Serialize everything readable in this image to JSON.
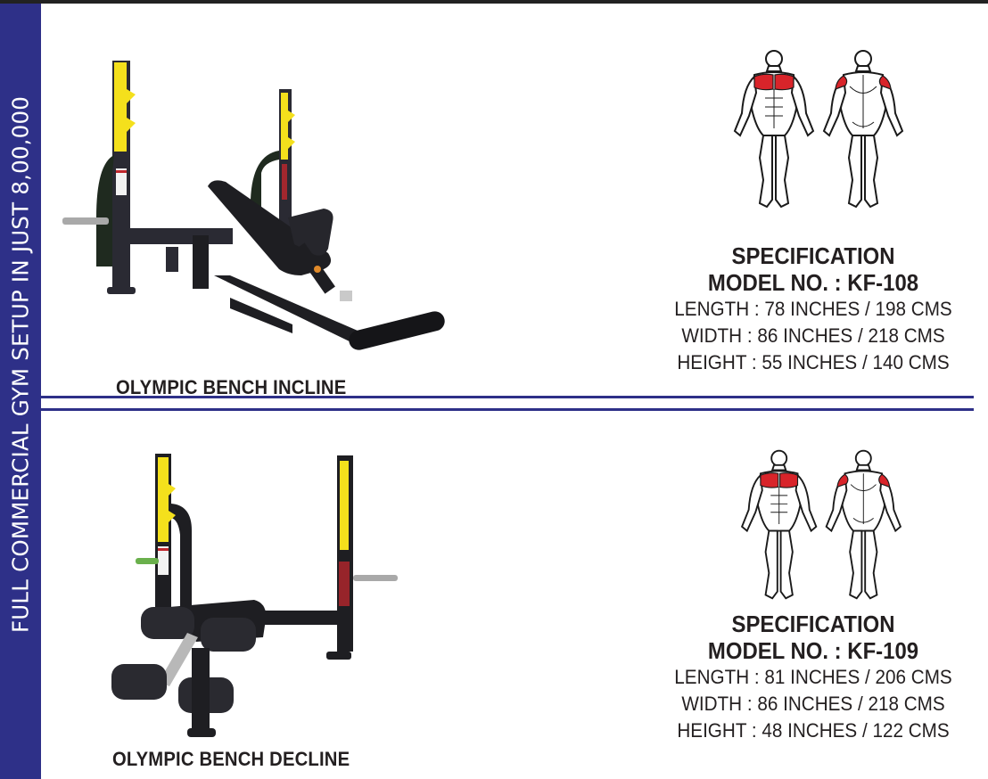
{
  "sidebar": {
    "text": "FULL COMMERCIAL GYM SETUP IN JUST 8,00,000",
    "color": "#2e3088"
  },
  "products": [
    {
      "name": "OLYMPIC BENCH INCLINE",
      "image": "olympic-bench-incline-photo",
      "muscle_chart": "front-back-muscle-diagram-chest-shoulders-highlighted",
      "spec": {
        "title": "SPECIFICATION",
        "model": "MODEL NO. : KF-108",
        "length": "LENGTH : 78 INCHES / 198 CMS",
        "width": "WIDTH : 86 INCHES / 218 CMS",
        "height": "HEIGHT : 55 INCHES / 140 CMS"
      }
    },
    {
      "name": "OLYMPIC BENCH DECLINE",
      "image": "olympic-bench-decline-photo",
      "muscle_chart": "front-back-muscle-diagram-chest-shoulders-highlighted",
      "spec": {
        "title": "SPECIFICATION",
        "model": "MODEL NO. : KF-109",
        "length": "LENGTH : 81 INCHES / 206 CMS",
        "width": "WIDTH : 86 INCHES / 218 CMS",
        "height": "HEIGHT : 48 INCHES / 122 CMS"
      }
    }
  ],
  "colors": {
    "accent": "#2e3088",
    "highlight_muscle": "#d8242a",
    "rack_yellow": "#f4e01c",
    "frame_black": "#1e1e22"
  }
}
